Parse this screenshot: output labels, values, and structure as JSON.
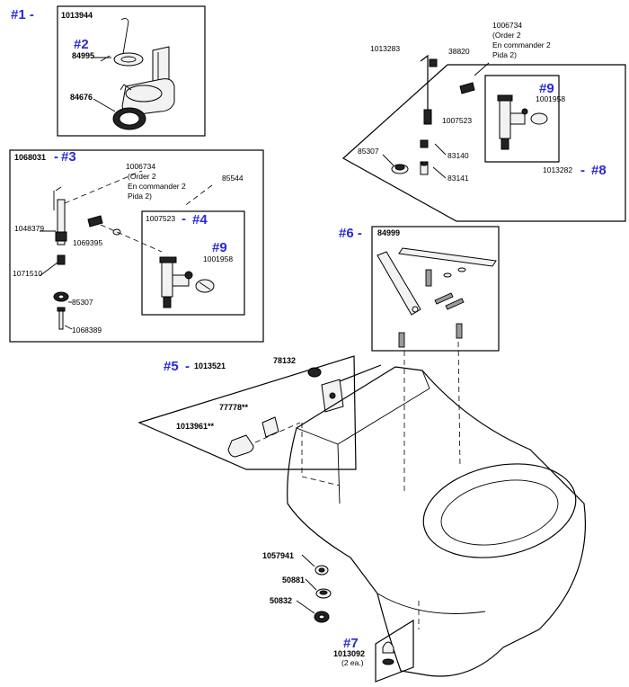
{
  "callouts": {
    "c1": "#1 -",
    "c2": "#2",
    "c3": "#3",
    "c4": "#4",
    "c5": "#5",
    "c6": "#6 -",
    "c7": "#7",
    "c8": "#8",
    "c9a": "#9",
    "c9b": "#9",
    "dash3": "-",
    "dash4": "-",
    "dash5": "-",
    "dash8": "-"
  },
  "parts": {
    "p1013944": "1013944",
    "p84995": "84995",
    "p84676": "84676",
    "p1068031": "1068031",
    "p1006734_a": "1006734",
    "order_a1": "(Order 2",
    "order_a2": "En commander 2",
    "order_a3": "Pida 2)",
    "p85544": "85544",
    "p1048379": "1048379",
    "p1069395": "1069395",
    "p1007523_a": "1007523",
    "p1001958_a": "1001958",
    "p1071510": "1071510",
    "p85307_a": "85307",
    "p1068389": "1068389",
    "p1013283": "1013283",
    "p38820": "38820",
    "p1006734_b": "1006734",
    "order_b1": "(Order 2",
    "order_b2": "En commander 2",
    "order_b3": "Pida 2)",
    "p1001958_b": "1001958",
    "p1007523_b": "1007523",
    "p85307_b": "85307",
    "p83140": "83140",
    "p83141": "83141",
    "p1013282": "1013282",
    "p84999": "84999",
    "p1013521": "1013521",
    "p78132": "78132",
    "p77778": "77778**",
    "p1013961": "1013961**",
    "p1057941": "1057941",
    "p50881": "50881",
    "p50832": "50832",
    "p1013092": "1013092",
    "qty2": "(2 ea.)"
  }
}
